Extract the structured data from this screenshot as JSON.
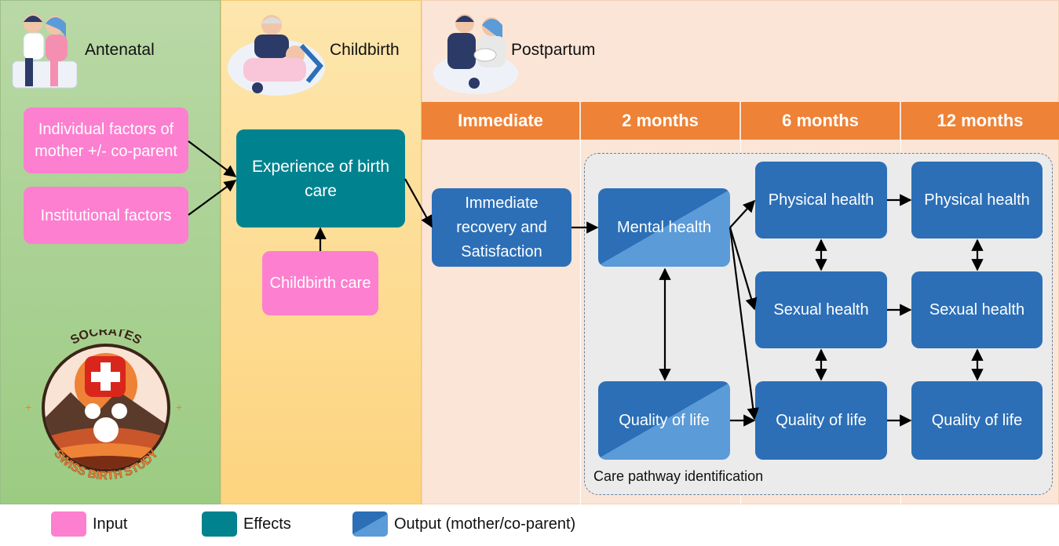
{
  "phases": {
    "antenatal": "Antenatal",
    "childbirth": "Childbirth",
    "postpartum": "Postpartum"
  },
  "timepoints": [
    "Immediate",
    "2 months",
    "6 months",
    "12 months"
  ],
  "inputs": {
    "individual": "Individual factors of mother +/- co-parent",
    "institutional": "Institutional factors",
    "childbirth_care": "Childbirth care"
  },
  "effects": {
    "experience": "Experience of birth care"
  },
  "outputs": {
    "immediate_recovery": "Immediate recovery and Satisfaction",
    "mental_2m": "Mental health",
    "qol_2m": "Quality of life",
    "physical_6m": "Physical health",
    "sexual_6m": "Sexual health",
    "qol_6m": "Quality of life",
    "physical_12m": "Physical health",
    "sexual_12m": "Sexual health",
    "qol_12m": "Quality of life"
  },
  "care_pathway_label": "Care pathway identification",
  "logo": {
    "top_text": "SOCRATES",
    "bottom_text": "SWISS BIRTH STUDY"
  },
  "legend": {
    "input": "Input",
    "effects": "Effects",
    "output": "Output (mother/co-parent)"
  },
  "colors": {
    "input": "#fd7fcf",
    "effects": "#00838f",
    "output": "#2c6fb7",
    "output_light": "#5b9bd8",
    "header": "#ee8236",
    "antenatal_bg": "#a9d18e",
    "childbirth_bg": "#ffd966",
    "postpartum_bg": "#fbe5d6"
  }
}
